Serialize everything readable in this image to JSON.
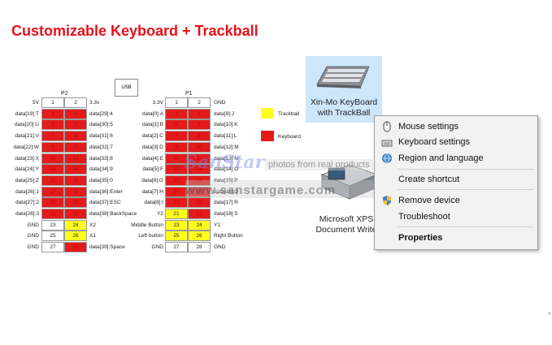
{
  "title": "Customizable Keyboard + Trackball",
  "pinout": {
    "p2_label": "P2",
    "p1_label": "P1",
    "usb_label": "USB",
    "colors": {
      "red": "#e41b1b",
      "yellow": "#ffff1e"
    },
    "rows": [
      {
        "l1": "5V",
        "p2a": "1",
        "p2b": "2",
        "r1": "3.3v",
        "l2": "3.3V",
        "p1a": "1",
        "p1b": "2",
        "r2": "GND",
        "c2a": "wht",
        "c2b": "wht",
        "c1a": "wht",
        "c1b": "wht"
      },
      {
        "l1": "data[19]:T",
        "p2a": "3",
        "p2b": "4",
        "r1": "data[29]:4",
        "l2": "data[0]:A",
        "p1a": "3",
        "p1b": "4",
        "r2": "data[9]:J",
        "c2a": "red",
        "c2b": "red",
        "c1a": "red",
        "c1b": "red"
      },
      {
        "l1": "data[20]:U",
        "p2a": "5",
        "p2b": "6",
        "r1": "data[30]:5",
        "l2": "data[1]:B",
        "p1a": "5",
        "p1b": "6",
        "r2": "data[10]:K",
        "c2a": "red",
        "c2b": "red",
        "c1a": "red",
        "c1b": "red"
      },
      {
        "l1": "data[21]:V",
        "p2a": "7",
        "p2b": "8",
        "r1": "data[31]:6",
        "l2": "data[2]:C",
        "p1a": "7",
        "p1b": "8",
        "r2": "data[11]:L",
        "c2a": "red",
        "c2b": "red",
        "c1a": "red",
        "c1b": "red"
      },
      {
        "l1": "data[22]:W",
        "p2a": "9",
        "p2b": "10",
        "r1": "data[32]:7",
        "l2": "data[3]:D",
        "p1a": "9",
        "p1b": "10",
        "r2": "data[12]:M",
        "c2a": "red",
        "c2b": "red",
        "c1a": "red",
        "c1b": "red"
      },
      {
        "l1": "data[23]:X",
        "p2a": "11",
        "p2b": "12",
        "r1": "data[33]:8",
        "l2": "data[4]:E",
        "p1a": "11",
        "p1b": "12",
        "r2": "data[13]:N",
        "c2a": "red",
        "c2b": "red",
        "c1a": "red",
        "c1b": "red"
      },
      {
        "l1": "data[24]:Y",
        "p2a": "13",
        "p2b": "14",
        "r1": "data[34]:9",
        "l2": "data[5]:F",
        "p1a": "13",
        "p1b": "14",
        "r2": "data[14]:O",
        "c2a": "red",
        "c2b": "red",
        "c1a": "red",
        "c1b": "red"
      },
      {
        "l1": "data[25]:Z",
        "p2a": "15",
        "p2b": "16",
        "r1": "data[35]:0",
        "l2": "data[6]:G",
        "p1a": "15",
        "p1b": "16",
        "r2": "data[15]:P",
        "c2a": "red",
        "c2b": "red",
        "c1a": "red",
        "c1b": "red"
      },
      {
        "l1": "data[26]:1",
        "p2a": "17",
        "p2b": "18",
        "r1": "data[36]:Enter",
        "l2": "data[7]:H",
        "p1a": "17",
        "p1b": "18",
        "r2": "data[16]:Q",
        "c2a": "red",
        "c2b": "red",
        "c1a": "red",
        "c1b": "red"
      },
      {
        "l1": "data[27]:2",
        "p2a": "19",
        "p2b": "20",
        "r1": "data[37]:ESC",
        "l2": "data[8]:I",
        "p1a": "19",
        "p1b": "20",
        "r2": "data[17]:R",
        "c2a": "red",
        "c2b": "red",
        "c1a": "red",
        "c1b": "red"
      },
      {
        "l1": "data[28]:3",
        "p2a": "21",
        "p2b": "22",
        "r1": "data[38]:BackSpace",
        "l2": "Y2",
        "p1a": "21",
        "p1b": "22",
        "r2": "data[18]:S",
        "c2a": "red",
        "c2b": "red",
        "c1a": "yel",
        "c1b": "red"
      },
      {
        "l1": "GND",
        "p2a": "23",
        "p2b": "24",
        "r1": "X2",
        "l2": "Middle Button",
        "p1a": "23",
        "p1b": "24",
        "r2": "Y1",
        "c2a": "wht",
        "c2b": "yel",
        "c1a": "yel",
        "c1b": "yel"
      },
      {
        "l1": "GND",
        "p2a": "25",
        "p2b": "26",
        "r1": "X1",
        "l2": "Left button",
        "p1a": "25",
        "p1b": "26",
        "r2": "Right Button",
        "c2a": "wht",
        "c2b": "yel",
        "c1a": "yel",
        "c1b": "yel"
      },
      {
        "l1": "GND",
        "p2a": "27",
        "p2b": "28",
        "r1": "data[39]:Space",
        "l2": "GND",
        "p1a": "27",
        "p1b": "28",
        "r2": "GND",
        "c2a": "wht",
        "c2b": "red",
        "c1a": "wht",
        "c1b": "wht"
      }
    ]
  },
  "legend": {
    "trackball": "Trackball",
    "keyboard": "Keyboard"
  },
  "device": {
    "name_line1": "Xin-Mo KeyBoard",
    "name_line2": "with TrackBall"
  },
  "xps": {
    "line1": "Microsoft XPS",
    "line2": "Document Write"
  },
  "context_menu": {
    "mouse_settings": "Mouse settings",
    "keyboard_settings": "Keyboard settings",
    "region_language": "Region and language",
    "create_shortcut": "Create shortcut",
    "remove_device": "Remove device",
    "troubleshoot": "Troubleshoot",
    "properties": "Properties"
  },
  "watermark": {
    "brand": "SanStar",
    "tag": "photos from real products",
    "site": "www.sanstargame.com"
  },
  "corner_mark": "⁴"
}
